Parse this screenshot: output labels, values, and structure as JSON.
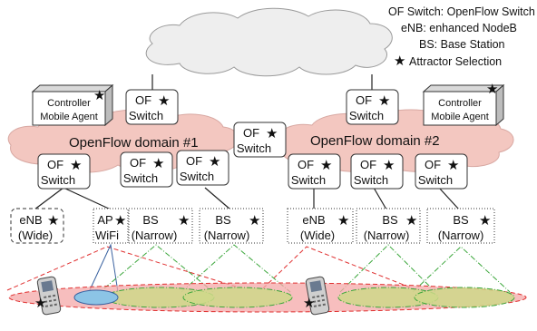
{
  "legend": {
    "line1": "OF Switch: OpenFlow Switch",
    "line2": "eNB: enhanced NodeB",
    "line3": "BS: Base Station",
    "line4": "Attractor Selection",
    "star_icon": "star-icon"
  },
  "domains": {
    "d1": "OpenFlow domain #1",
    "d2": "OpenFlow domain #2"
  },
  "controllers": {
    "left": {
      "l1": "Controller",
      "l2": "Mobile Agent"
    },
    "right": {
      "l1": "Controller",
      "l2": "Mobile Agent"
    }
  },
  "switch": {
    "l1": "OF",
    "l2": "Switch"
  },
  "access_nodes": {
    "enb_left": {
      "l1": "eNB",
      "l2": "(Wide)"
    },
    "ap": {
      "l1": "AP",
      "l2": "WiFi"
    },
    "bs1": {
      "l1": "BS",
      "l2": "(Narrow)"
    },
    "bs2": {
      "l1": "BS",
      "l2": "(Narrow)"
    },
    "enb_right": {
      "l1": "eNB",
      "l2": "(Wide)"
    },
    "bs3": {
      "l1": "BS",
      "l2": "(Narrow)"
    },
    "bs4": {
      "l1": "BS",
      "l2": "(Narrow)"
    }
  },
  "colors": {
    "cloud_top": "#eeeeee",
    "domain_cloud": "#f3c7c0",
    "wide_cell": "#f4a8a8",
    "wifi_cell": "#8cc4e6",
    "narrow_cell": "#cfd88a",
    "wide_dash": "#e03030",
    "narrow_dash": "#3aa63a",
    "wifi_line": "#3a62a0"
  }
}
